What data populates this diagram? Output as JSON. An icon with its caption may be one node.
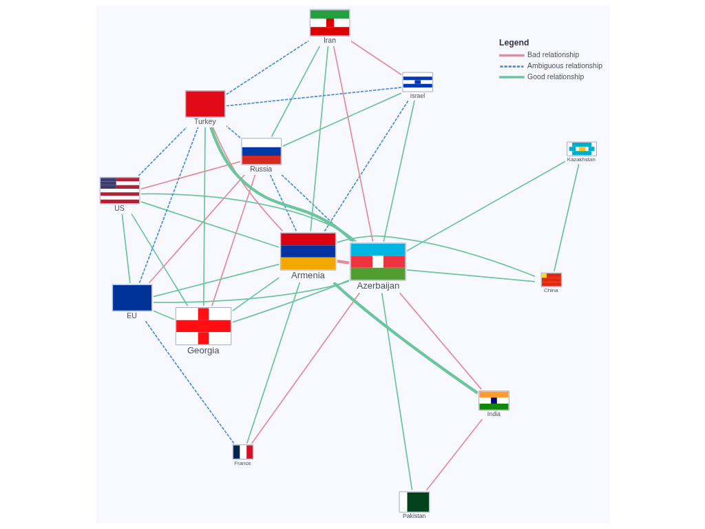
{
  "diagram": {
    "nodes": [
      {
        "text": [
          "Russia"
        ]
      },
      {
        "text": [
          "US"
        ]
      },
      {
        "text": [
          "Georgia"
        ]
      },
      {
        "text": [
          "Kazakhstan"
        ]
      },
      {
        "text": [
          "China"
        ]
      },
      {
        "text": [
          "EU"
        ]
      },
      {
        "text": [
          "France"
        ]
      },
      {
        "text": [
          "India"
        ]
      },
      {
        "text": [
          "Armenia"
        ]
      },
      {
        "text": [
          "Azerbaijan"
        ]
      },
      {
        "text": [
          "Pakistan"
        ]
      },
      {
        "text": [
          "Turkey"
        ]
      },
      {
        "text": [
          "Israel"
        ]
      },
      {
        "text": [
          "Iran"
        ]
      }
    ],
    "edges": [
      {
        "from": 0,
        "to": 1,
        "arrow": "none",
        "color": "#e38c9c"
      },
      {
        "from": 0,
        "to": 2,
        "arrow": "none",
        "color": "#e38c9c"
      },
      {
        "from": 0,
        "to": 5,
        "arrow": "none",
        "color": "#e38c9c"
      },
      {
        "from": 0,
        "to": 8,
        "arrow": "none",
        "style": "dashed",
        "color": "#4a8fdc"
      },
      {
        "from": 0,
        "to": 9,
        "arrow": "none",
        "style": "dashed",
        "color": "#4a8fdc"
      },
      {
        "from": 0,
        "to": 11,
        "arrow": "none",
        "style": "dashed",
        "color": "#4a8fdc"
      },
      {
        "from": 0,
        "to": 12,
        "arrow": "none"
      },
      {
        "from": 0,
        "to": 13,
        "arrow": "none"
      },
      {
        "from": 1,
        "to": 2,
        "arrow": "none"
      },
      {
        "from": 1,
        "to": 5,
        "arrow": "none"
      },
      {
        "from": 1,
        "to": 8,
        "arrow": "none"
      },
      {
        "from": 1,
        "to": 9,
        "arrow": "none"
      },
      {
        "from": 1,
        "to": 11,
        "arrow": "none",
        "style": "dashed",
        "color": "#4a8fdc"
      },
      {
        "from": 2,
        "to": 5,
        "arrow": "none"
      },
      {
        "from": 2,
        "to": 8,
        "arrow": "none"
      },
      {
        "from": 2,
        "to": 9,
        "arrow": "none"
      },
      {
        "from": 2,
        "to": 11,
        "arrow": "none"
      },
      {
        "from": 3,
        "to": 4,
        "arrow": "none"
      },
      {
        "from": 3,
        "to": 9,
        "arrow": "none"
      },
      {
        "from": 4,
        "to": 8,
        "arrow": "none"
      },
      {
        "from": 4,
        "to": 9,
        "arrow": "none"
      },
      {
        "from": 5,
        "to": 6,
        "arrow": "none",
        "style": "dashed",
        "color": "#4a8fdc"
      },
      {
        "from": 5,
        "to": 8,
        "arrow": "none"
      },
      {
        "from": 5,
        "to": 9,
        "arrow": "none"
      },
      {
        "from": 5,
        "to": 11,
        "arrow": "none",
        "style": "dashed",
        "color": "#4a8fdc"
      },
      {
        "from": 6,
        "to": 8,
        "arrow": "none"
      },
      {
        "from": 6,
        "to": 9,
        "arrow": "none",
        "color": "#e38c9c"
      },
      {
        "from": 7,
        "to": 8,
        "arrow": "none",
        "style": "thick"
      },
      {
        "from": 7,
        "to": 9,
        "arrow": "none",
        "color": "#e38c9c"
      },
      {
        "from": 7,
        "to": 10,
        "arrow": "none",
        "color": "#e38c9c"
      },
      {
        "from": 8,
        "to": 9,
        "arrow": "none",
        "style": "thick",
        "color": "#e38c9c"
      },
      {
        "from": 8,
        "to": 11,
        "arrow": "none",
        "color": "#e38c9c"
      },
      {
        "from": 8,
        "to": 12,
        "arrow": "none",
        "style": "dashed",
        "color": "#4a8fdc"
      },
      {
        "from": 8,
        "to": 13,
        "arrow": "none"
      },
      {
        "from": 9,
        "to": 10,
        "arrow": "none"
      },
      {
        "from": 9,
        "to": 11,
        "arrow": "none",
        "style": "thick"
      },
      {
        "from": 9,
        "to": 12,
        "arrow": "none"
      },
      {
        "from": 9,
        "to": 13,
        "arrow": "none",
        "color": "#e38c9c"
      },
      {
        "from": 11,
        "to": 12,
        "arrow": "none",
        "style": "dashed",
        "color": "#4a8fdc"
      },
      {
        "from": 11,
        "to": 13,
        "arrow": "none",
        "style": "dashed",
        "color": "#4a8fdc"
      },
      {
        "from": 12,
        "to": 13,
        "arrow": "none",
        "color": "#e38c9c"
      }
    ],
    "labels": [
      "Legend"
    ],
    "legend": [
      {
        "text": "Bad relationship"
      },
      {
        "text": "Ambiguous relationship"
      },
      {
        "text": "Good relationship"
      }
    ]
  }
}
